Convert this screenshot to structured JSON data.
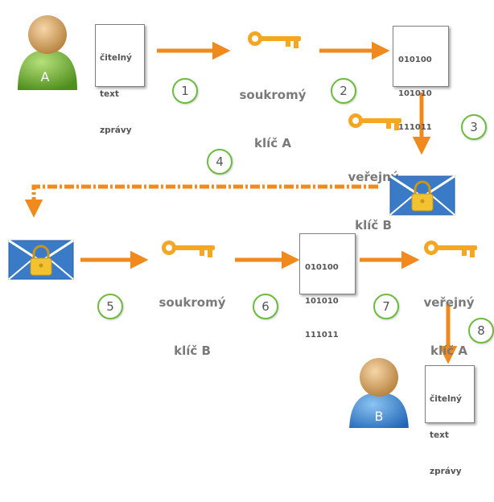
{
  "colors": {
    "arrow": "#f08a1c",
    "key": "#f5a623",
    "step_ring": "#6dbb3f",
    "label_text": "#7a7a7a",
    "envelope": "#3a7bc8",
    "lock": "#f2c230"
  },
  "sender": {
    "name": "A"
  },
  "receiver": {
    "name": "B"
  },
  "plaintext_doc": [
    "čitelný",
    "text",
    "zprávy"
  ],
  "binary_doc": [
    "010100",
    "101010",
    "111011"
  ],
  "keys": {
    "private_a": [
      "soukromý",
      "klíč A"
    ],
    "public_b": [
      "veřejný",
      "klíč B"
    ],
    "private_b": [
      "soukromý",
      "klíč B"
    ],
    "public_a": [
      "veřejný",
      "klíč A"
    ]
  },
  "steps": [
    "1",
    "2",
    "3",
    "4",
    "5",
    "6",
    "7",
    "8"
  ],
  "icons": [
    "person-icon",
    "key-icon",
    "envelope-icon",
    "lock-icon"
  ]
}
